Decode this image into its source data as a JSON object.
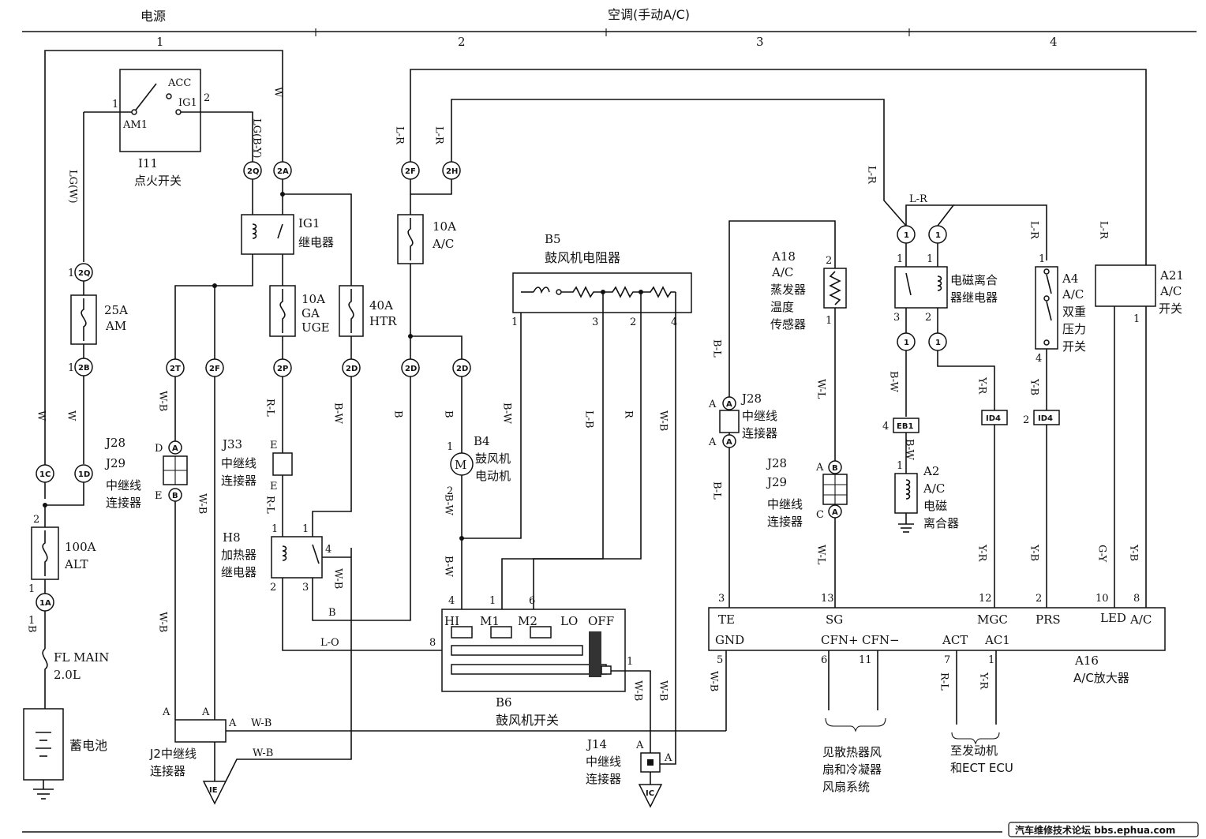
{
  "header": {
    "section_power": "电源",
    "section_ac": "空调(手动A/C)",
    "col1": "1",
    "col2": "2",
    "col3": "3",
    "col4": "4"
  },
  "components": {
    "ignition": {
      "id": "I11",
      "name": "点火开关",
      "acc": "ACC",
      "ig1": "IG1",
      "am1": "AM1",
      "pin1": "1",
      "pin2": "2"
    },
    "ig1_relay": {
      "name_a": "IG1",
      "name_b": "继电器"
    },
    "fuse_am": {
      "rating": "25A",
      "name": "AM"
    },
    "fuse_alt": {
      "rating": "100A",
      "name": "ALT"
    },
    "fl_main": {
      "rating": "FL MAIN",
      "size": "2.0L"
    },
    "battery": {
      "name": "蓄电池"
    },
    "fuse_gauge": {
      "rating": "10A",
      "line1": "GA",
      "line2": "UGE"
    },
    "fuse_htr": {
      "rating": "40A",
      "name": "HTR"
    },
    "fuse_ac": {
      "rating": "10A",
      "name": "A/C"
    },
    "resistor": {
      "id": "B5",
      "name": "鼓风机电阻器"
    },
    "blower_motor": {
      "id": "B4",
      "line1": "鼓风机",
      "line2": "电动机"
    },
    "blower_switch": {
      "id": "B6",
      "name": "鼓风机开关",
      "hi": "HI",
      "m1": "M1",
      "m2": "M2",
      "lo": "LO",
      "off": "OFF"
    },
    "heater_relay": {
      "id": "H8",
      "line1": "加热器",
      "line2": "继电器"
    },
    "j33": {
      "id": "J33",
      "line1": "中继线",
      "line2": "连接器"
    },
    "j28_left": {
      "l1": "J28",
      "l2": "J29",
      "l3": "中继线",
      "l4": "连接器"
    },
    "j2": {
      "line1": "J2中继线",
      "line2": "连接器"
    },
    "j14": {
      "id": "J14",
      "line1": "中继线",
      "line2": "连接器"
    },
    "evap_sensor": {
      "id": "A18",
      "line1": "A/C",
      "line2": "蒸发器",
      "line3": "温度",
      "line4": "传感器"
    },
    "j28_mid": {
      "id": "J28",
      "line1": "中继线",
      "line2": "连接器"
    },
    "j28_right": {
      "l1": "J28",
      "l2": "J29",
      "l3": "中继线",
      "l4": "连接器"
    },
    "clutch_relay": {
      "line1": "电磁离合",
      "line2": "器继电器"
    },
    "clutch": {
      "id": "A2",
      "line1": "A/C",
      "line2": "电磁",
      "line3": "离合器"
    },
    "pressure_switch": {
      "id": "A4",
      "line1": "A/C",
      "line2": "双重",
      "line3": "压力",
      "line4": "开关"
    },
    "ac_switch": {
      "id": "A21",
      "line1": "A/C",
      "line2": "开关"
    },
    "amplifier": {
      "id": "A16",
      "name": "A/C放大器",
      "te": "TE",
      "sg": "SG",
      "mgc": "MGC",
      "prs": "PRS",
      "led": "LED",
      "ac": "A/C",
      "gnd": "GND",
      "cfn_p": "CFN+",
      "cfn_m": "CFN−",
      "act": "ACT",
      "ac1": "AC1"
    }
  },
  "notes": {
    "fan": {
      "l1": "见散热器风",
      "l2": "扇和冷凝器",
      "l3": "风扇系统"
    },
    "ecu": {
      "l1": "至发动机",
      "l2": "和ECT ECU"
    }
  },
  "wires": {
    "w": "W",
    "b": "B",
    "lgw": "LG(W)",
    "lgby": "LG(B-Y)",
    "wb": "W-B",
    "rl": "R-L",
    "bw": "B-W",
    "lr": "L-R",
    "lb": "L-B",
    "r": "R",
    "bl": "B-L",
    "wl": "W-L",
    "yr": "Y-R",
    "yb": "Y-B",
    "gy": "G-Y",
    "lo": "L-O"
  },
  "grounds": {
    "ie": "IE",
    "ic": "IC"
  },
  "connectors": {
    "c2q": "2Q",
    "c2a": "2A",
    "c2b": "2B",
    "c1c": "1C",
    "c1d": "1D",
    "c1a": "1A",
    "c2t": "2T",
    "c2f": "2F",
    "c2p": "2P",
    "c2d": "2D",
    "c2h": "2H",
    "ca": "A",
    "cb": "B",
    "cc": "C",
    "cd": "D",
    "ce": "E",
    "c1": "1",
    "eb1": "EB1",
    "id4": "ID4"
  },
  "footer": {
    "text": "汽车维修技术论坛 bbs.ephua.com"
  }
}
